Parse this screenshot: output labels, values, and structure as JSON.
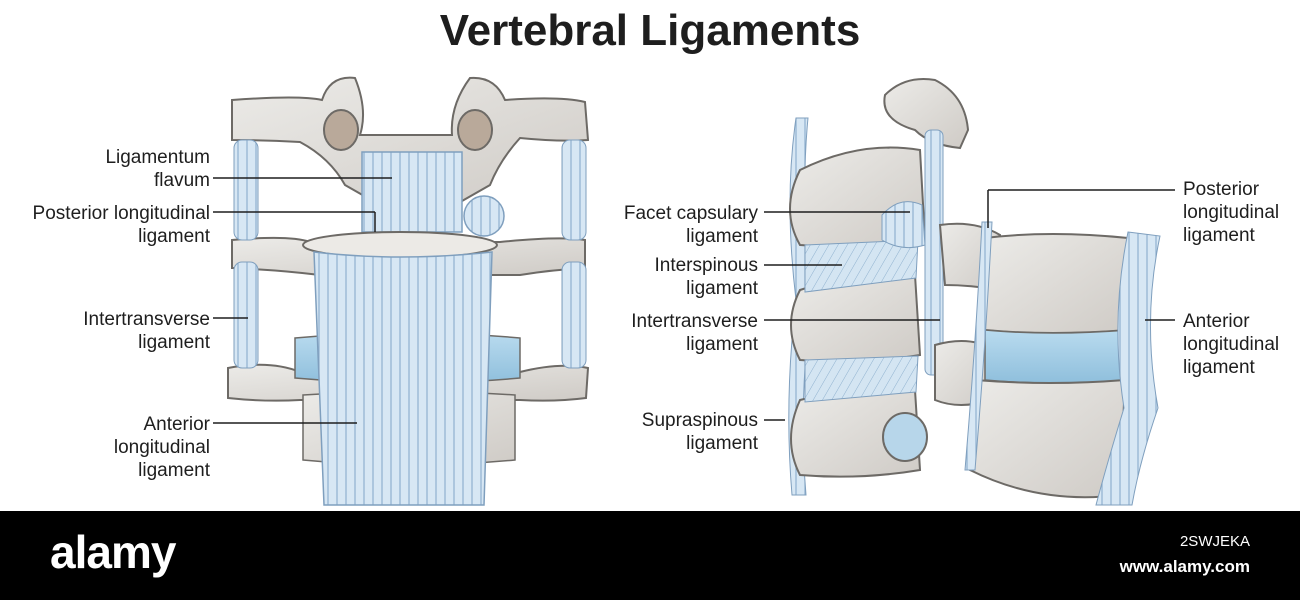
{
  "title": "Vertebral Ligaments",
  "left_labels": {
    "ligamentum_flavum": [
      "Ligamentum",
      "flavum"
    ],
    "posterior_longitudinal": [
      "Posterior longitudinal",
      "ligament"
    ],
    "intertransverse": [
      "Intertransverse",
      "ligament"
    ],
    "anterior_longitudinal": [
      "Anterior",
      "longitudinal",
      "ligament"
    ]
  },
  "right_labels": {
    "facet_capsulary": [
      "Facet capsulary",
      "ligament"
    ],
    "interspinous": [
      "Interspinous",
      "ligament"
    ],
    "intertransverse": [
      "Intertransverse",
      "ligament"
    ],
    "supraspinous": [
      "Supraspinous",
      "ligament"
    ],
    "posterior_longitudinal": [
      "Posterior",
      "longitudinal",
      "ligament"
    ],
    "anterior_longitudinal": [
      "Anterior",
      "longitudinal",
      "ligament"
    ]
  },
  "footer": {
    "brand": "alamy",
    "image_id": "2SWJEKA",
    "site": "www.alamy.com"
  },
  "colors": {
    "bone": "#e4e1dd",
    "bone_outline": "#6d6a66",
    "ligament": "#c9deef",
    "ligament_line": "#8fb1cf",
    "disc": "#a9cfe8",
    "footer_bg": "#000000"
  }
}
